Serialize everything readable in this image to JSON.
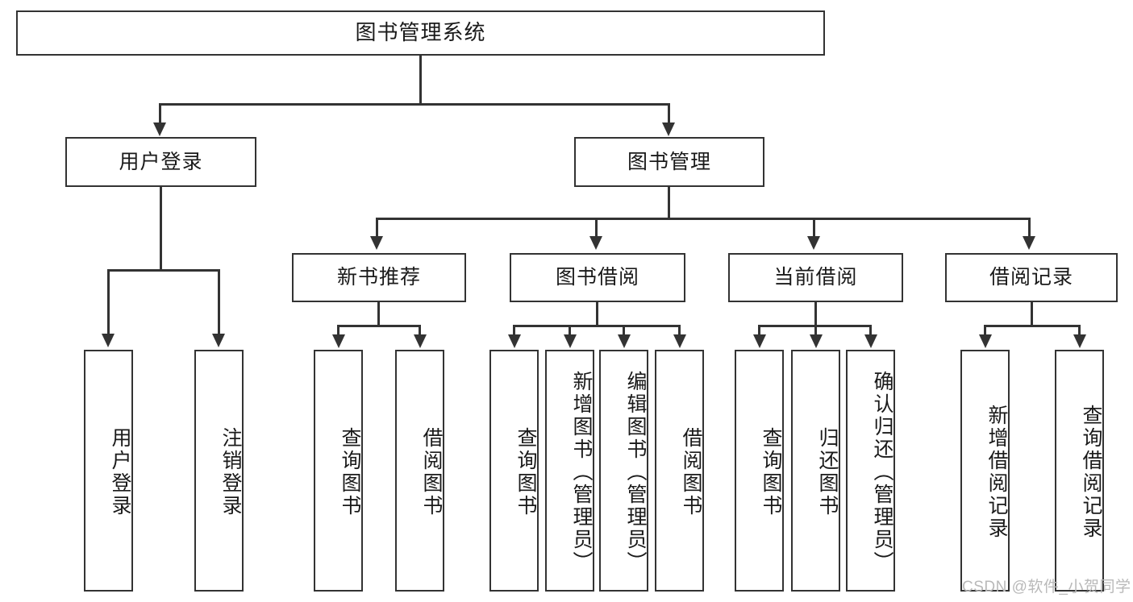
{
  "diagram": {
    "type": "tree-hierarchy-chart",
    "title": "图书管理系统",
    "root": {
      "id": "root",
      "label": "图书管理系统"
    },
    "level1": [
      {
        "id": "user-login",
        "label": "用户登录"
      },
      {
        "id": "book-management",
        "label": "图书管理"
      }
    ],
    "level2": [
      {
        "id": "new-book-recommend",
        "label": "新书推荐",
        "parent": "book-management"
      },
      {
        "id": "book-borrow",
        "label": "图书借阅",
        "parent": "book-management"
      },
      {
        "id": "current-borrow",
        "label": "当前借阅",
        "parent": "book-management"
      },
      {
        "id": "borrow-record",
        "label": "借阅记录",
        "parent": "book-management"
      }
    ],
    "leaves": {
      "user_login": [
        {
          "id": "leaf-user-login",
          "label": "用户登录"
        },
        {
          "id": "leaf-user-logout",
          "label": "注销登录"
        }
      ],
      "new_book_recommend": [
        {
          "id": "leaf-query-book-1",
          "label": "查询图书"
        },
        {
          "id": "leaf-borrow-book-1",
          "label": "借阅图书"
        }
      ],
      "book_borrow": [
        {
          "id": "leaf-query-book-2",
          "label": "查询图书"
        },
        {
          "id": "leaf-add-book",
          "label": "新增图书（管理员）"
        },
        {
          "id": "leaf-edit-book",
          "label": "编辑图书（管理员）"
        },
        {
          "id": "leaf-borrow-book-2",
          "label": "借阅图书"
        }
      ],
      "current_borrow": [
        {
          "id": "leaf-query-book-3",
          "label": "查询图书"
        },
        {
          "id": "leaf-return-book",
          "label": "归还图书"
        },
        {
          "id": "leaf-confirm-return",
          "label": "确认归还（管理员）"
        }
      ],
      "borrow_record": [
        {
          "id": "leaf-add-record",
          "label": "新增借阅记录"
        },
        {
          "id": "leaf-query-record",
          "label": "查询借阅记录"
        }
      ]
    }
  },
  "watermark": {
    "text": "CSDN @软件_小贺同学"
  },
  "colors": {
    "stroke": "#333333",
    "fill": "#ffffff",
    "text": "#1a1a1a",
    "watermark": "#b9b9b9"
  }
}
